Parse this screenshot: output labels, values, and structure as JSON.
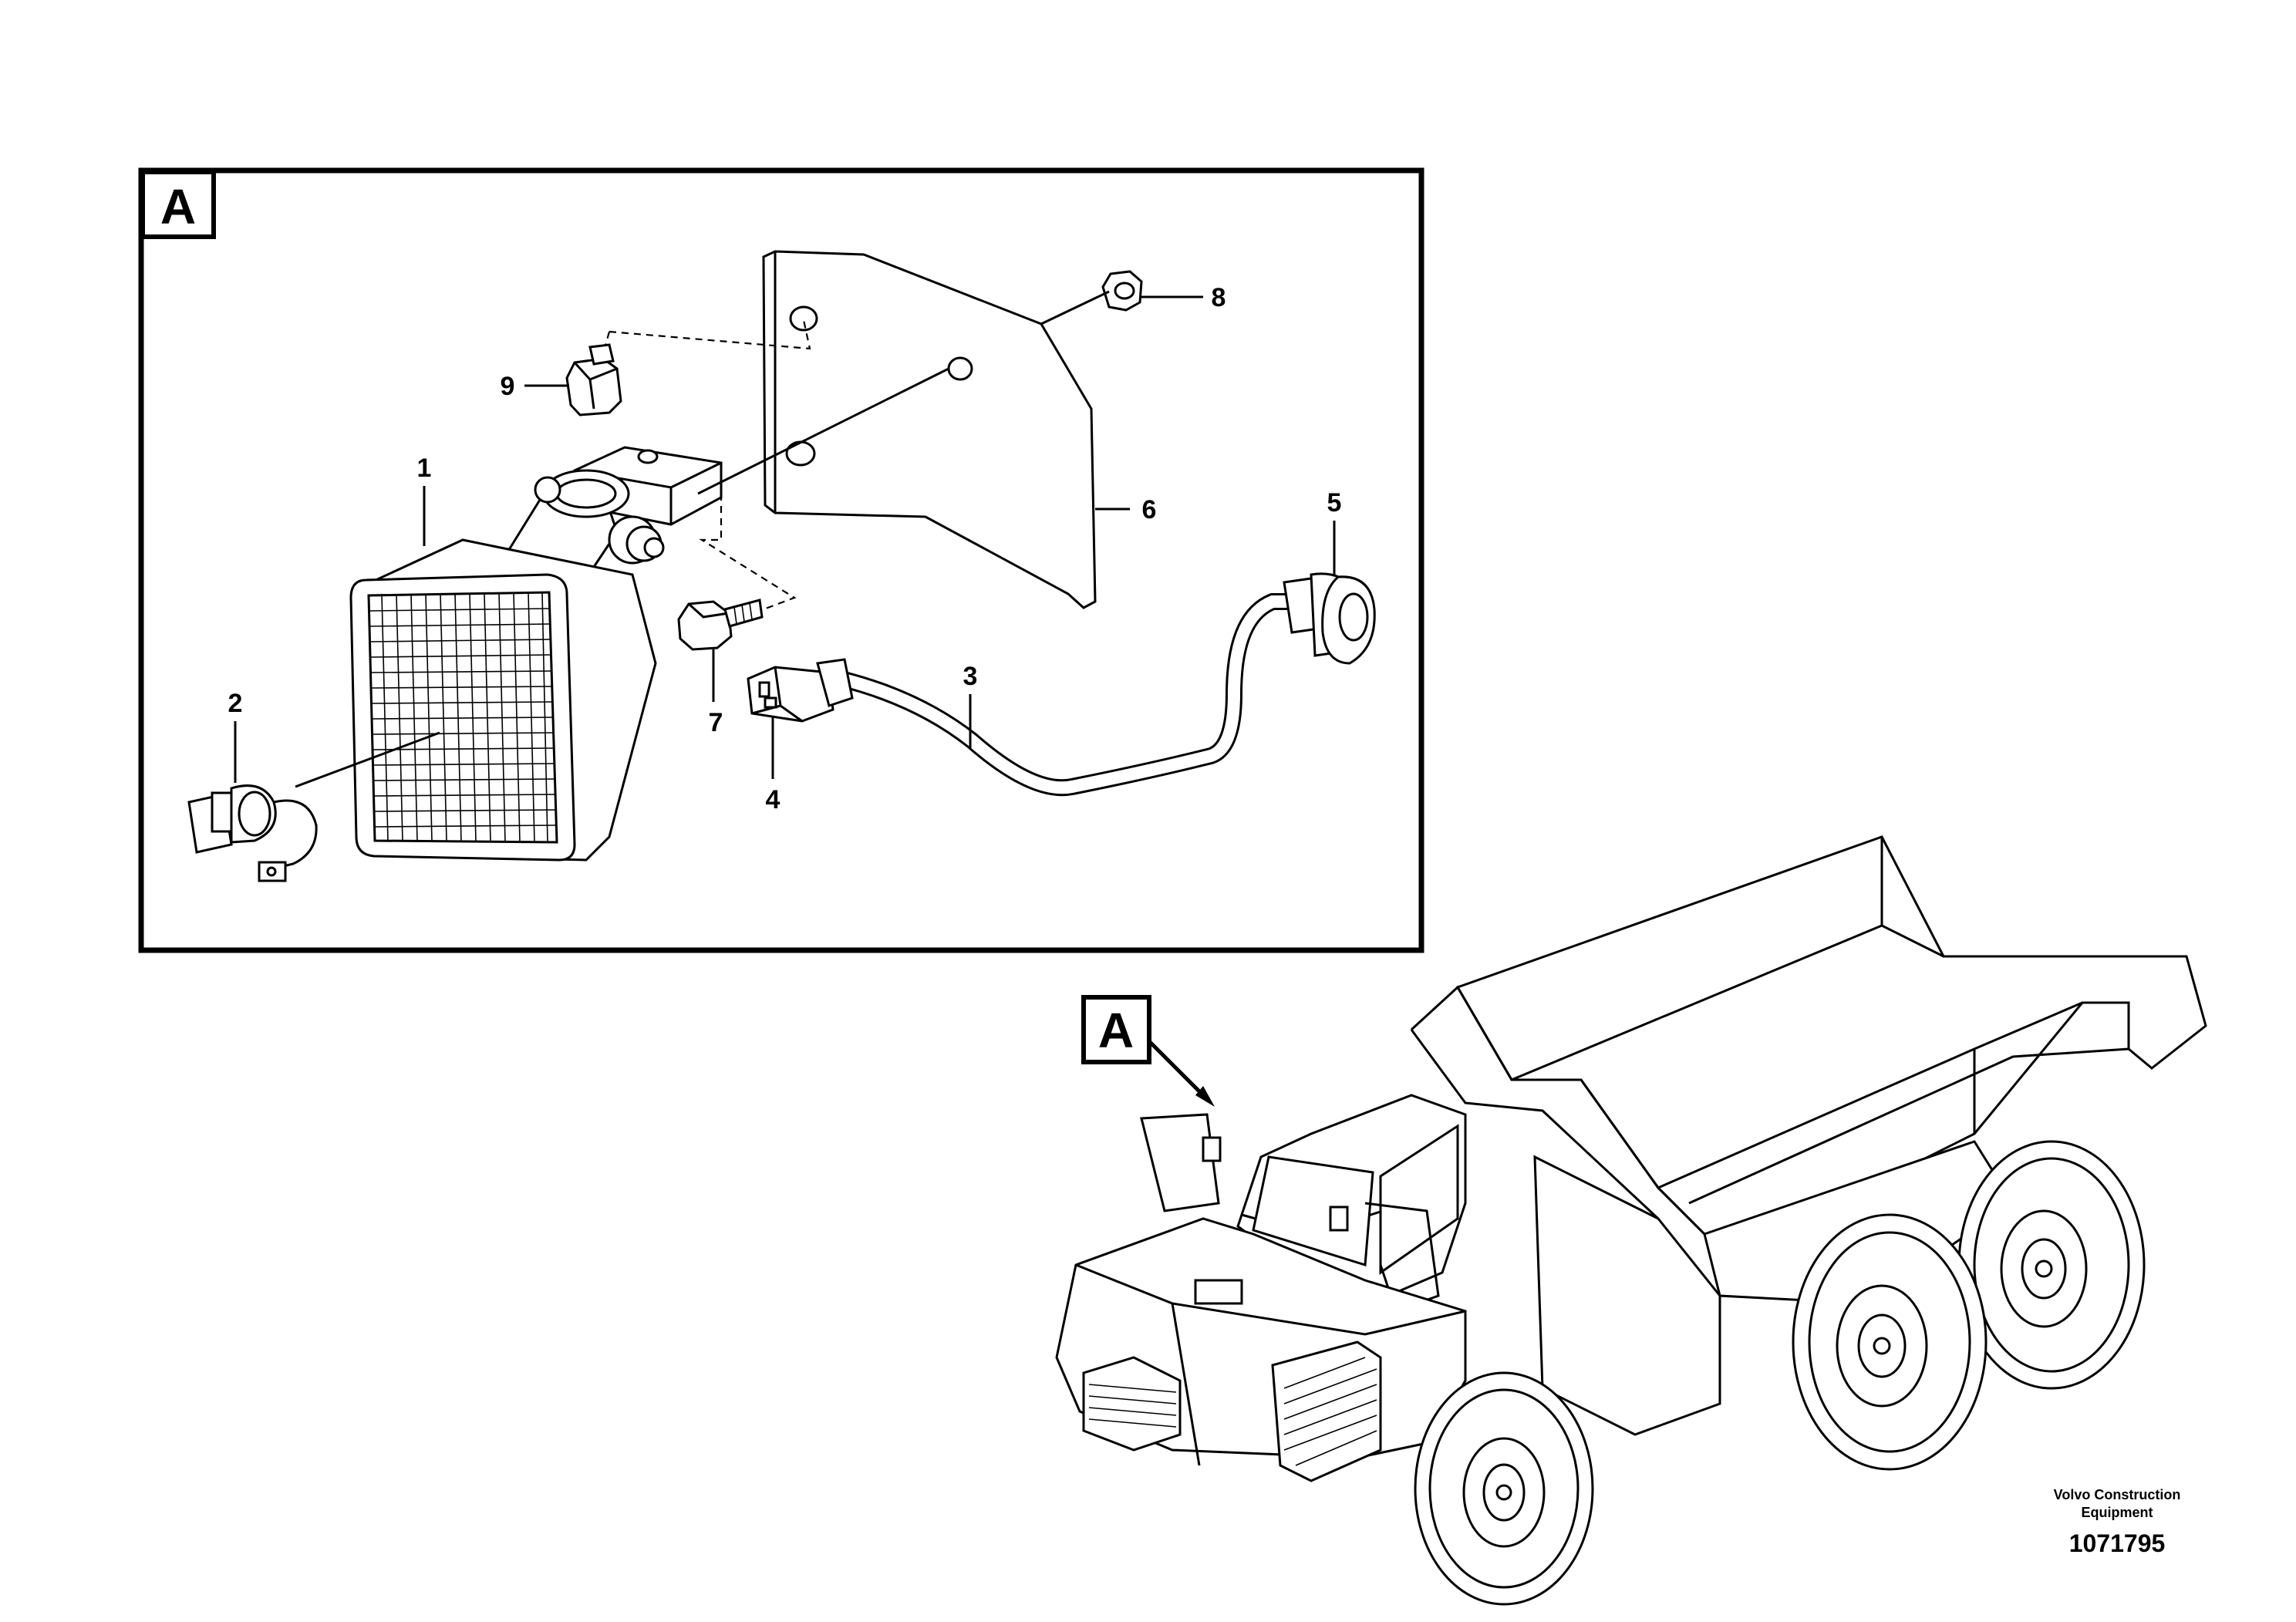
{
  "detail_view": {
    "letter": "A",
    "callouts": [
      {
        "id": "1",
        "label": "1"
      },
      {
        "id": "2",
        "label": "2"
      },
      {
        "id": "3",
        "label": "3"
      },
      {
        "id": "4",
        "label": "4"
      },
      {
        "id": "5",
        "label": "5"
      },
      {
        "id": "6",
        "label": "6"
      },
      {
        "id": "7",
        "label": "7"
      },
      {
        "id": "8",
        "label": "8"
      },
      {
        "id": "9",
        "label": "9"
      }
    ]
  },
  "overview": {
    "letter": "A"
  },
  "footer": {
    "company_line1": "Volvo Construction",
    "company_line2": "Equipment",
    "drawing_number": "1071795"
  }
}
